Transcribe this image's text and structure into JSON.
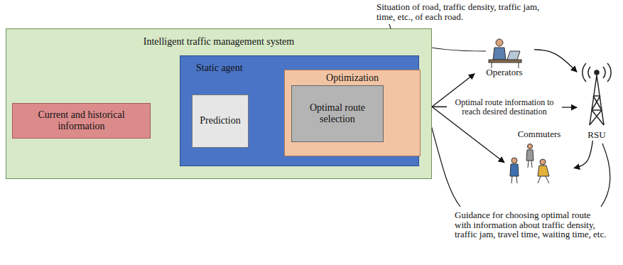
{
  "diagram": {
    "nodes": [
      {
        "text": [
          "Intelligent traffic management system"
        ]
      },
      {
        "text": [
          "Current and historical information"
        ],
        "in": 0
      },
      {
        "text": [
          "Static agent"
        ],
        "in": 0
      },
      {
        "text": [
          "Prediction"
        ],
        "in": 2
      },
      {
        "text": [
          "Optimization"
        ],
        "in": 2
      },
      {
        "text": [
          "Optimal route selection"
        ],
        "in": 4
      },
      {
        "text": [
          "Operators"
        ]
      },
      {
        "text": [
          "RSU"
        ]
      },
      {
        "text": [
          "Commuters"
        ]
      }
    ],
    "edges": [
      {
        "from": 1,
        "to": 3,
        "arrow": "to"
      },
      {
        "from": 3,
        "to": 5,
        "arrow": "to"
      },
      {
        "from": 4,
        "to": 1,
        "arrow": "to"
      },
      {
        "from": 0,
        "to": 6,
        "arrow": "to"
      },
      {
        "from": 0,
        "to": 7,
        "arrow": "to",
        "label": "Optimal route information to reach desired destination"
      },
      {
        "from": 0,
        "to": 8,
        "arrow": "to"
      },
      {
        "from": 6,
        "to": 7,
        "arrow": "to"
      },
      {
        "from": 7,
        "to": 8,
        "arrow": "to"
      }
    ],
    "labels": [
      "Situation of road, traffic density, traffic jam, time, etc., of each road.",
      "Guidance for choosing optimal route with information about traffic density, traffic jam, travel time, waiting time, etc."
    ]
  }
}
